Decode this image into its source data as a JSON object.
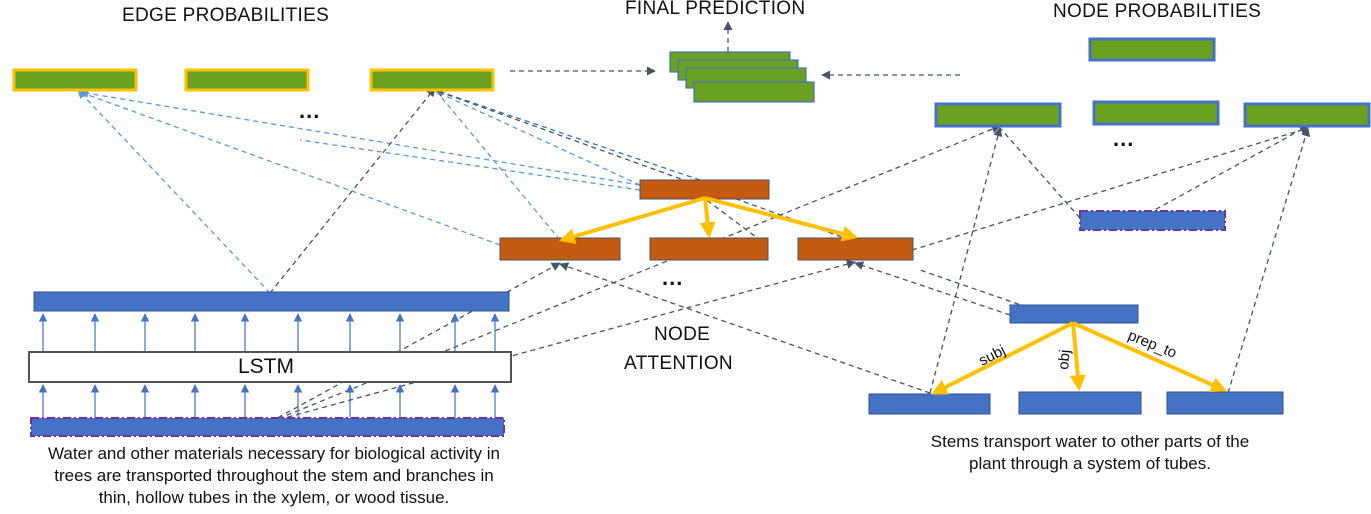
{
  "titles": {
    "edge_probabilities": "EDGE PROBABILITIES",
    "final_prediction": "FINAL PREDICTION",
    "node_probabilities": "NODE PROBABILITIES",
    "node_attention_line1": "NODE",
    "node_attention_line2": "ATTENTION"
  },
  "lstm_label": "LSTM",
  "ellipsis": "...",
  "edge_labels": {
    "subj": "subj",
    "obj": "obj",
    "prep_to": "prep_to"
  },
  "text_left": {
    "line1": "Water and other materials necessary for biological activity in",
    "line2": "trees are transported throughout the stem and branches in",
    "line3": "thin, hollow tubes in the xylem, or wood tissue."
  },
  "text_right": {
    "line1": "Stems transport water to other parts of the",
    "line2": "plant  through a system of tubes."
  },
  "colors": {
    "green": "#6aa121",
    "blue": "#4472c4",
    "orange": "#c55a11",
    "yellow": "#ffc000",
    "dash_light": "#5b9bd5",
    "dash_dark": "#44546a",
    "purple": "#7030a0"
  }
}
